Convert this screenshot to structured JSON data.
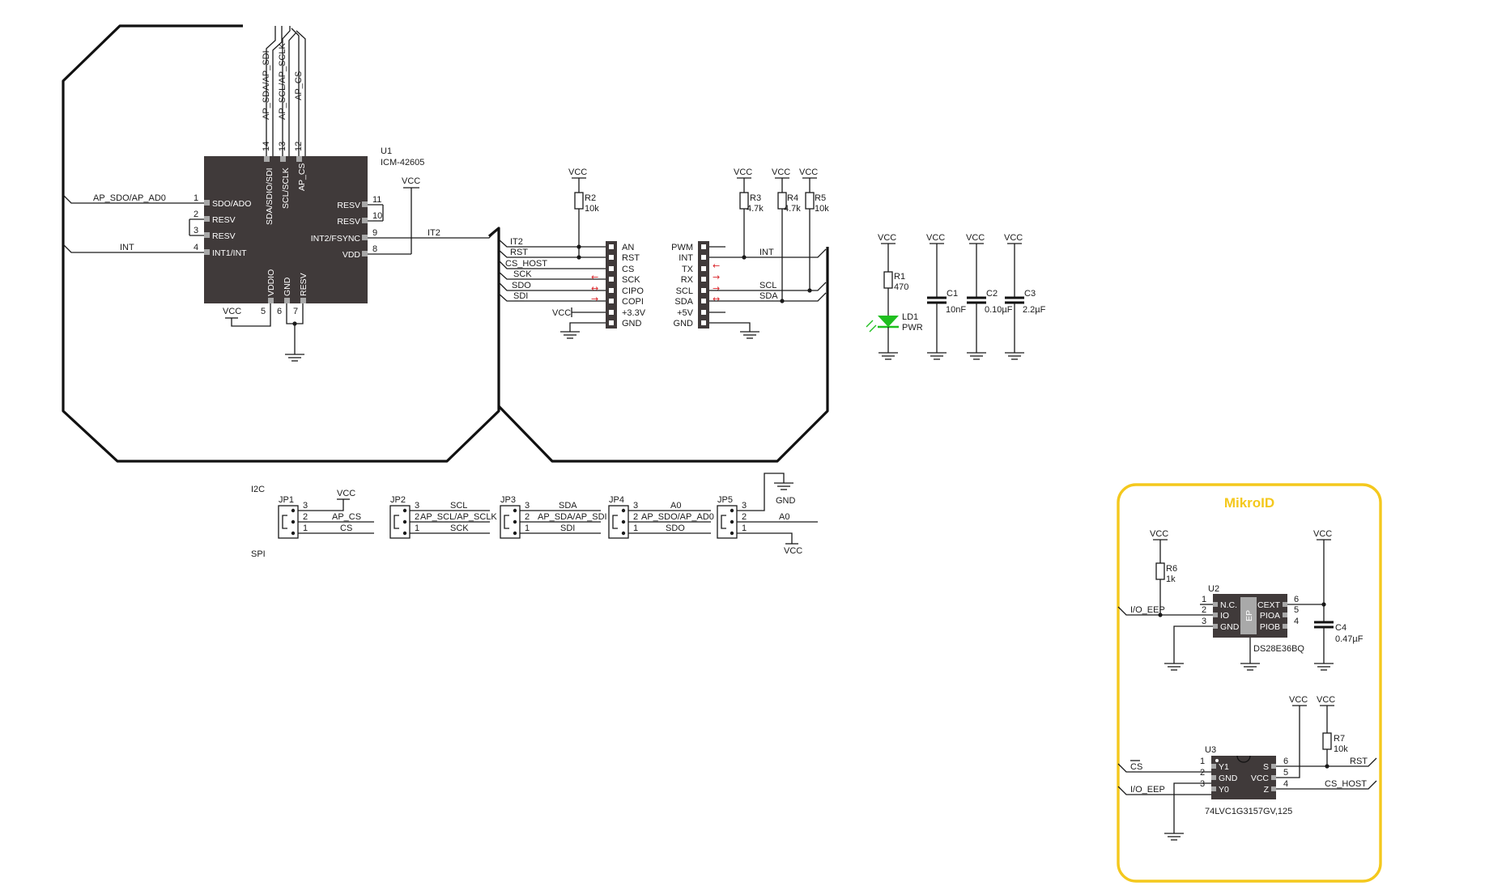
{
  "colors": {
    "chip": "#403a3a",
    "pin": "#a9a9a9",
    "wire": "#1a1a1a",
    "mikroid_border": "#f4c81d",
    "mikroid_title": "#f4c81d",
    "led": "#1fbf1f",
    "arrow": "#d9252a"
  },
  "u1": {
    "ref": "U1",
    "part": "ICM-42605",
    "left_pins": [
      {
        "num": "1",
        "name": "SDO/ADO"
      },
      {
        "num": "2",
        "name": "RESV"
      },
      {
        "num": "3",
        "name": "RESV"
      },
      {
        "num": "4",
        "name": "INT1/INT"
      }
    ],
    "right_pins": [
      {
        "num": "11",
        "name": "RESV"
      },
      {
        "num": "10",
        "name": "RESV"
      },
      {
        "num": "9",
        "name": "INT2/FSYNC"
      },
      {
        "num": "8",
        "name": "VDD"
      }
    ],
    "top_pins": [
      {
        "num": "14",
        "name": "SDA/SDIO/SDI"
      },
      {
        "num": "13",
        "name": "SCL/SCLK"
      },
      {
        "num": "12",
        "name": "AP_CS"
      }
    ],
    "bottom_pins": [
      {
        "num": "5",
        "name": "VDDIO"
      },
      {
        "num": "6",
        "name": "GND"
      },
      {
        "num": "7",
        "name": "RESV"
      }
    ],
    "top_nets": [
      "AP_SDA/AP_SDI",
      "AP_SCL/AP_SCLK",
      "AP_CS"
    ],
    "net_ap_sdo": "AP_SDO/AP_AD0",
    "net_int": "INT",
    "net_it2": "IT2",
    "vcc": "VCC"
  },
  "header_left": {
    "nets": [
      "IT2",
      "RST",
      "CS_HOST",
      "SCK",
      "SDO",
      "SDI"
    ],
    "pins": [
      "AN",
      "RST",
      "CS",
      "SCK",
      "CIPO",
      "COPI",
      "+3.3V",
      "GND"
    ],
    "vcc": "VCC"
  },
  "header_right": {
    "pins": [
      "PWM",
      "INT",
      "TX",
      "RX",
      "SCL",
      "SDA",
      "+5V",
      "GND"
    ],
    "nets": [
      "INT",
      "SCL",
      "SDA"
    ]
  },
  "resistors": {
    "r2": {
      "ref": "R2",
      "val": "10k"
    },
    "r3": {
      "ref": "R3",
      "val": "4.7k"
    },
    "r4": {
      "ref": "R4",
      "val": "4.7k"
    },
    "r5": {
      "ref": "R5",
      "val": "10k"
    },
    "r1": {
      "ref": "R1",
      "val": "470"
    },
    "r6": {
      "ref": "R6",
      "val": "1k"
    },
    "r7": {
      "ref": "R7",
      "val": "10k"
    }
  },
  "led": {
    "ref": "LD1",
    "label": "PWR"
  },
  "caps": {
    "c1": {
      "ref": "C1",
      "val": "10nF"
    },
    "c2": {
      "ref": "C2",
      "val": "0.10µF"
    },
    "c3": {
      "ref": "C3",
      "val": "2.2µF"
    },
    "c4": {
      "ref": "C4",
      "val": "0.47µF"
    }
  },
  "vcc": "VCC",
  "jumpers": {
    "i2c": "I2C",
    "spi": "SPI",
    "gnd": "GND",
    "jp1": {
      "ref": "JP1",
      "n3": "3",
      "n2": "2",
      "n1": "1",
      "l2": "AP_CS",
      "l1": "CS"
    },
    "jp2": {
      "ref": "JP2",
      "n3": "3",
      "n2": "2",
      "n1": "1",
      "l3": "SCL",
      "l2": "AP_SCL/AP_SCLK",
      "l1": "SCK"
    },
    "jp3": {
      "ref": "JP3",
      "n3": "3",
      "n2": "2",
      "n1": "1",
      "l3": "SDA",
      "l2": "AP_SDA/AP_SDI",
      "l1": "SDI"
    },
    "jp4": {
      "ref": "JP4",
      "n3": "3",
      "n2": "2",
      "n1": "1",
      "l3": "A0",
      "l2": "AP_SDO/AP_AD0",
      "l1": "SDO"
    },
    "jp5": {
      "ref": "JP5",
      "n3": "3",
      "n2": "2",
      "n1": "1",
      "l2": "A0"
    }
  },
  "mikroid": {
    "title": "MikroID",
    "u2": {
      "ref": "U2",
      "part": "DS28E36BQ",
      "left_pins": [
        {
          "num": "1",
          "name": "N.C."
        },
        {
          "num": "2",
          "name": "IO"
        },
        {
          "num": "3",
          "name": "GND"
        }
      ],
      "right_pins": [
        {
          "num": "6",
          "name": "CEXT"
        },
        {
          "num": "5",
          "name": "PIOA"
        },
        {
          "num": "4",
          "name": "PIOB"
        }
      ],
      "center": "EP"
    },
    "u3": {
      "ref": "U3",
      "part": "74LVC1G3157GV,125",
      "left_pins": [
        {
          "num": "1",
          "name": "Y1"
        },
        {
          "num": "2",
          "name": "GND"
        },
        {
          "num": "3",
          "name": "Y0"
        }
      ],
      "right_pins": [
        {
          "num": "6",
          "name": "S"
        },
        {
          "num": "5",
          "name": "VCC"
        },
        {
          "num": "4",
          "name": "Z"
        }
      ]
    },
    "net_io_eep": "I/O_EEP",
    "net_cs": "CS",
    "net_rst": "RST",
    "net_cs_host": "CS_HOST"
  }
}
